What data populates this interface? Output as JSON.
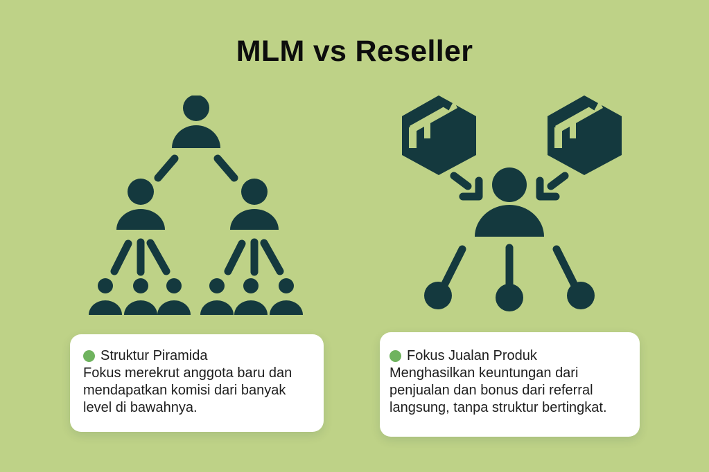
{
  "title": "MLM vs Reseller",
  "colors": {
    "background": "#bed287",
    "icon": "#14393e",
    "bullet": "#6fb35e",
    "card": "#ffffff",
    "text": "#1e1e1e",
    "title": "#0d0d0d"
  },
  "left_section": {
    "icon": "mlm-pyramid-people-icon",
    "card": {
      "heading": "Struktur Piramida",
      "body": "Fokus merekrut anggota baru dan mendapatkan komisi dari banyak level di bawahnya."
    }
  },
  "right_section": {
    "icon": "product-boxes-reseller-distribution-icon",
    "card": {
      "heading": "Fokus Jualan Produk",
      "body": "Menghasilkan keuntungan dari penjualan dan bonus dari referral langsung, tanpa struktur bertingkat."
    }
  }
}
